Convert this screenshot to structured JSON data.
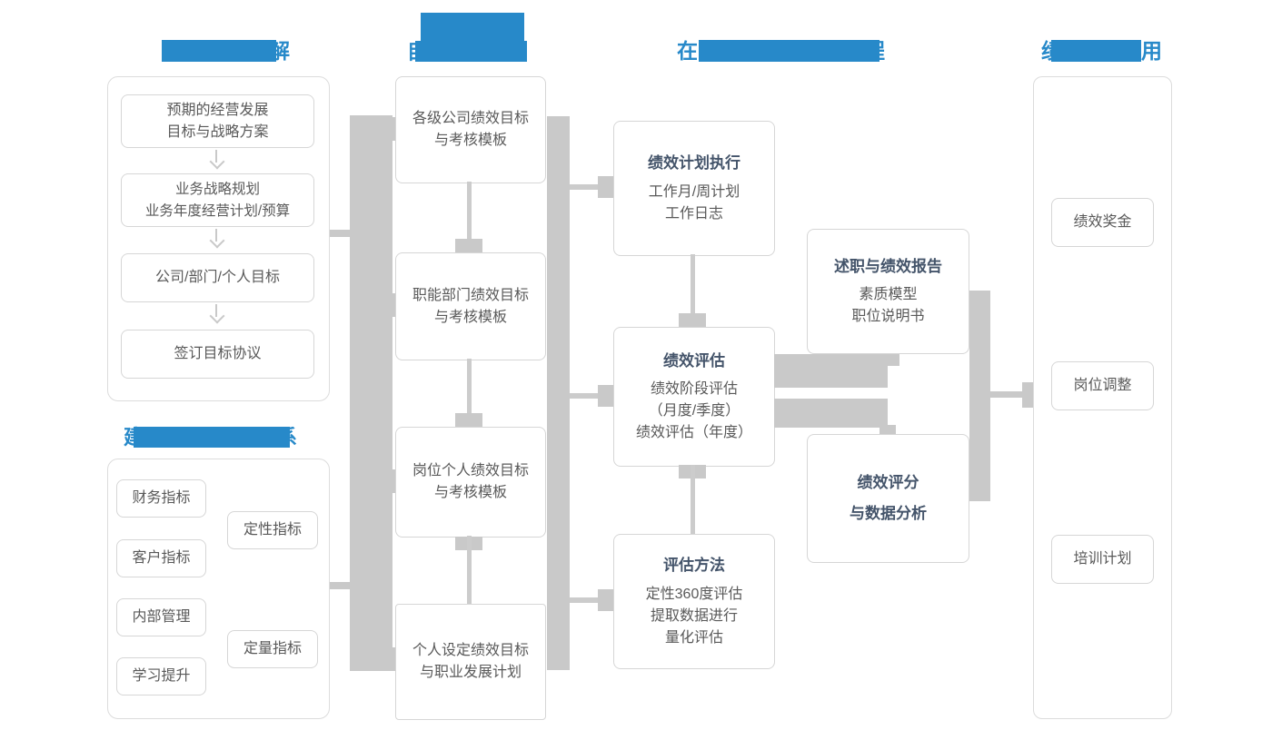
{
  "colors": {
    "accent_blue": "#2789c9",
    "title_navy": "#44546a",
    "body_text": "#595959",
    "box_border": "#d6d6d6",
    "connector_gray": "#c9c9c9"
  },
  "headers": {
    "strategy_decomposition": {
      "fragment_right": "解"
    },
    "plan_setup": {
      "fragment_left": "目"
    },
    "online_process": {
      "fragment_left": "在",
      "fragment_right": "程"
    },
    "results_application": {
      "fragment_left": "绩",
      "fragment_right": "用"
    },
    "indicator_system": {
      "fragment_left": "建",
      "fragment_right": "系"
    }
  },
  "col1_top": {
    "boxes": [
      {
        "lines": [
          "预期的经营发展",
          "目标与战略方案"
        ]
      },
      {
        "lines": [
          "业务战略规划",
          "业务年度经营计划/预算"
        ]
      },
      {
        "lines": [
          "公司/部门/个人目标"
        ]
      },
      {
        "lines": [
          "签订目标协议"
        ]
      }
    ]
  },
  "col1_bottom": {
    "boxes": [
      {
        "label": "财务指标"
      },
      {
        "label": "定性指标"
      },
      {
        "label": "客户指标"
      },
      {
        "label": "内部管理"
      },
      {
        "label": "定量指标"
      },
      {
        "label": "学习提升"
      }
    ]
  },
  "col2": {
    "boxes": [
      {
        "lines": [
          "各级公司绩效目标",
          "与考核模板"
        ]
      },
      {
        "lines": [
          "职能部门绩效目标",
          "与考核模板"
        ]
      },
      {
        "lines": [
          "岗位个人绩效目标",
          "与考核模板"
        ]
      },
      {
        "lines": [
          "个人设定绩效目标",
          "与职业发展计划"
        ]
      }
    ]
  },
  "col3": {
    "boxes": [
      {
        "title": "绩效计划执行",
        "lines": [
          "工作月/周计划",
          "工作日志"
        ]
      },
      {
        "title": "绩效评估",
        "lines": [
          "绩效阶段评估",
          "（月度/季度）",
          "绩效评估（年度）"
        ]
      },
      {
        "title": "评估方法",
        "lines": [
          "定性360度评估",
          "提取数据进行",
          "量化评估"
        ]
      }
    ]
  },
  "mid": {
    "boxes": [
      {
        "title": "述职与绩效报告",
        "lines": [
          "素质模型",
          "职位说明书"
        ]
      },
      {
        "title_lines": [
          "绩效评分",
          "与数据分析"
        ]
      }
    ]
  },
  "col4": {
    "boxes": [
      {
        "label": "绩效奖金"
      },
      {
        "label": "岗位调整"
      },
      {
        "label": "培训计划"
      }
    ]
  }
}
